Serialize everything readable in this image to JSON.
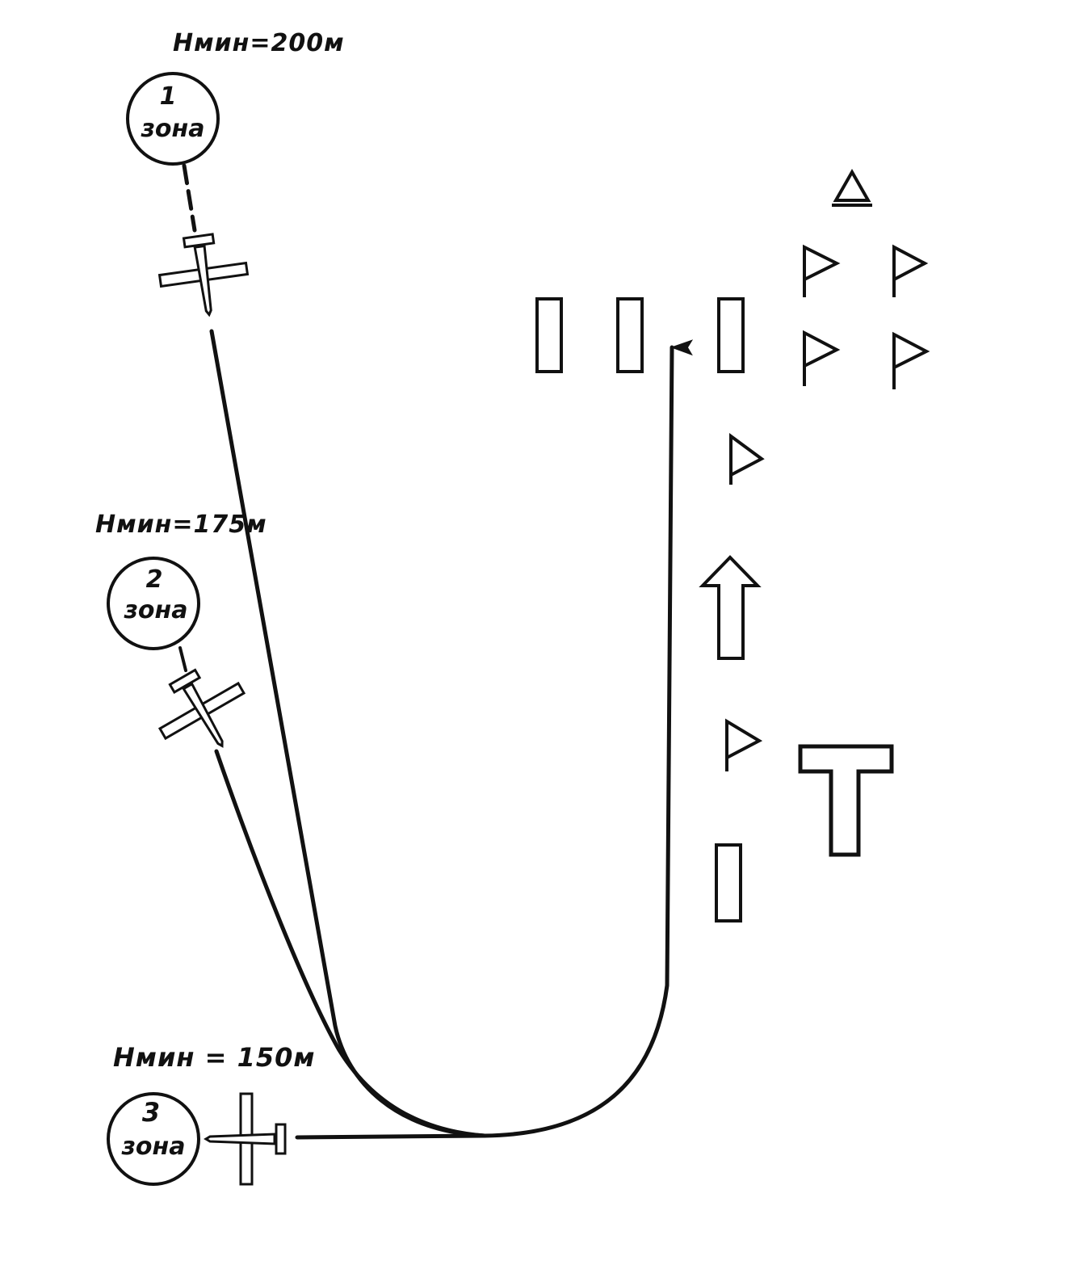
{
  "zones": [
    {
      "number": "1",
      "word": "зона",
      "altitude_label": "Hмин=200м"
    },
    {
      "number": "2",
      "word": "зона",
      "altitude_label": "Hмин=175м"
    },
    {
      "number": "3",
      "word": "зона",
      "altitude_label": "Hмин = 150м"
    }
  ],
  "colors": {
    "ink": "#111111",
    "background": "#ffffff"
  },
  "icons": [
    "airplane-icon",
    "flag-icon",
    "arrow-up-icon",
    "landing-t-icon",
    "triangle-marker-icon",
    "runway-marker-icon"
  ]
}
